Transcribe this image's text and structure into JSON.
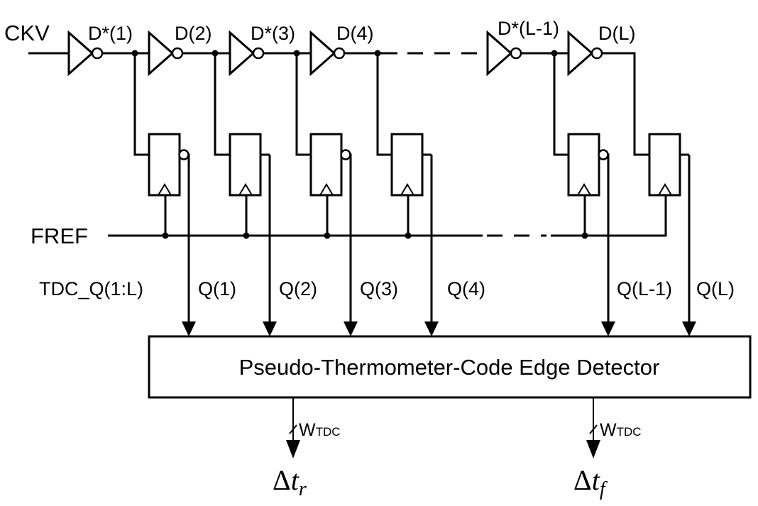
{
  "diagram": {
    "input_signal": "CKV",
    "reference_signal": "FREF",
    "bus_label": "TDC_Q(1:L)",
    "delay_taps": [
      "D*(1)",
      "D(2)",
      "D*(3)",
      "D(4)",
      "D*(L-1)",
      "D(L)"
    ],
    "flip_flops": [
      {
        "output_label": "Q(1)",
        "inverted_output": true
      },
      {
        "output_label": "Q(2)",
        "inverted_output": false
      },
      {
        "output_label": "Q(3)",
        "inverted_output": true
      },
      {
        "output_label": "Q(4)",
        "inverted_output": false
      },
      {
        "output_label": "Q(L-1)",
        "inverted_output": true
      },
      {
        "output_label": "Q(L)",
        "inverted_output": false
      }
    ],
    "detector_label": "Pseudo-Thermometer-Code Edge Detector",
    "outputs": [
      {
        "bus_width_main": "W",
        "bus_width_sub": "TDC",
        "delta": "Δ",
        "var": "t",
        "sub": "r"
      },
      {
        "bus_width_main": "W",
        "bus_width_sub": "TDC",
        "delta": "Δ",
        "var": "t",
        "sub": "f"
      }
    ]
  }
}
